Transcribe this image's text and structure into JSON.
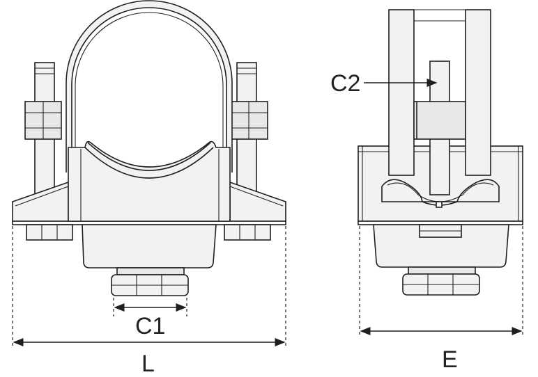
{
  "labels": {
    "c1": "C1",
    "c2": "C2",
    "length": "L",
    "width": "E"
  },
  "colors": {
    "line": "#1f1f1f",
    "fill_light": "#f2f2f2",
    "fill_mid": "#e8e8e8",
    "text": "#222222"
  }
}
